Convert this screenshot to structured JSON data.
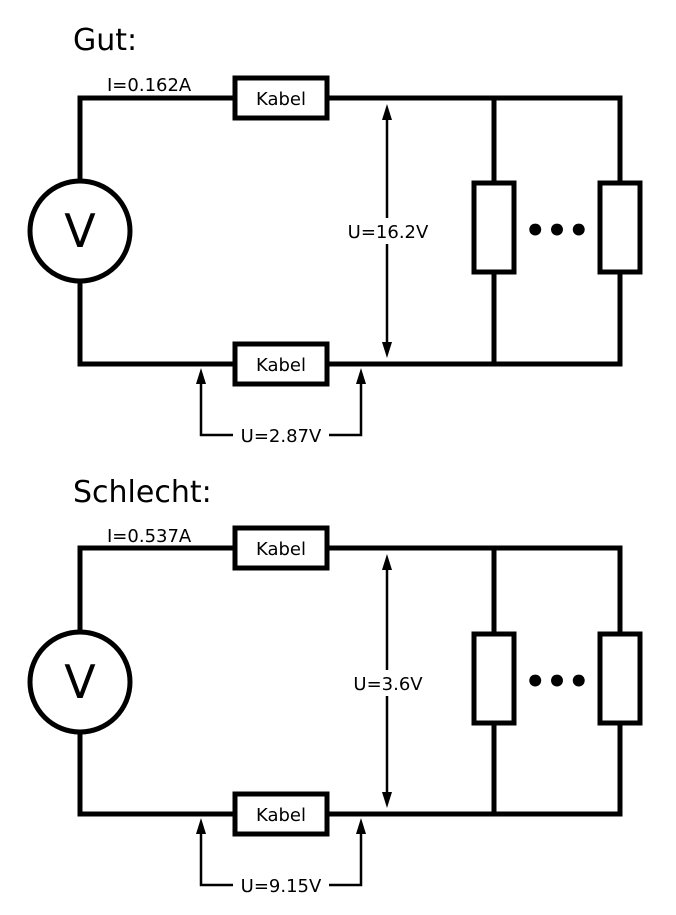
{
  "circuits": [
    {
      "heading": "Gut:",
      "current": "I=0.162A",
      "source_symbol": "V",
      "cable_top": "Kabel",
      "cable_bottom": "Kabel",
      "load_voltage": "U=16.2V",
      "cable_voltage": "U=2.87V",
      "more_loads": "•••"
    },
    {
      "heading": "Schlecht:",
      "current": "I=0.537A",
      "source_symbol": "V",
      "cable_top": "Kabel",
      "cable_bottom": "Kabel",
      "load_voltage": "U=3.6V",
      "cable_voltage": "U=9.15V",
      "more_loads": "•••"
    }
  ]
}
